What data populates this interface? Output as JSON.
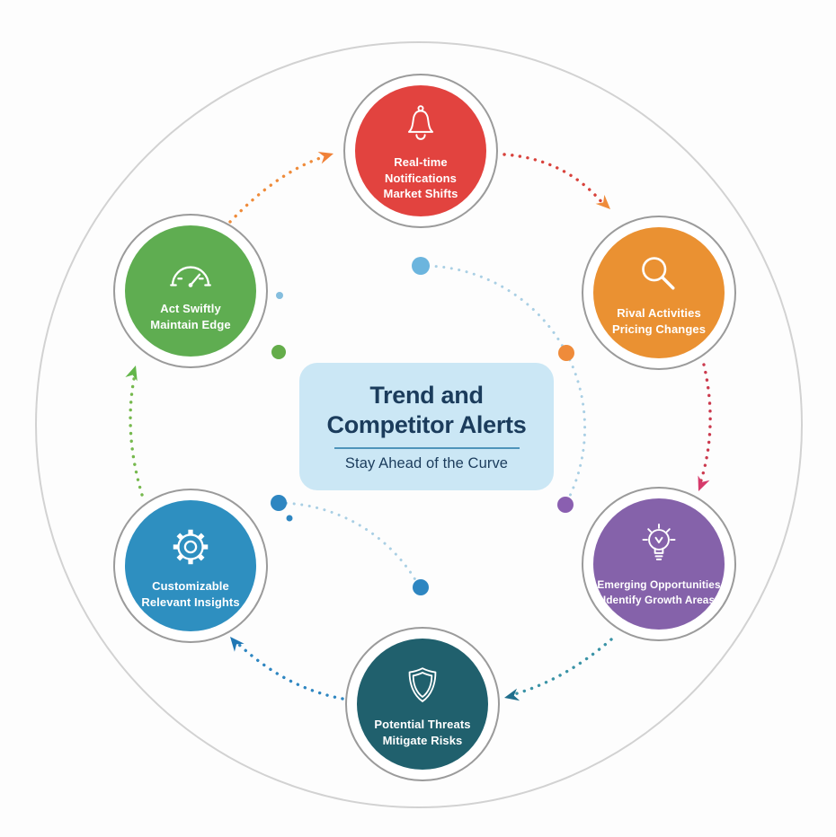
{
  "infographic": {
    "center": {
      "title_line1": "Trend and",
      "title_line2": "Competitor Alerts",
      "subtitle": "Stay Ahead of the Curve",
      "box_color": "#cbe7f5",
      "text_color": "#1b3c5c"
    }
  },
  "nodes": [
    {
      "name": "real-time-notifications",
      "icon": "bell-icon",
      "color": "#e2433f",
      "lines": [
        "Real-time",
        "Notifications",
        "Market Shifts"
      ]
    },
    {
      "name": "rival-activities",
      "icon": "search-icon",
      "color": "#ea9132",
      "lines": [
        "Rival Activities",
        "Pricing Changes"
      ]
    },
    {
      "name": "emerging-opportunities",
      "icon": "lightbulb-icon",
      "color": "#8562aa",
      "lines": [
        "Emerging Opportunities",
        "Identify Growth Areas"
      ]
    },
    {
      "name": "potential-threats",
      "icon": "shield-icon",
      "color": "#20606d",
      "lines": [
        "Potential Threats",
        "Mitigate Risks"
      ]
    },
    {
      "name": "customizable-insights",
      "icon": "gear-icon",
      "color": "#2e8fc0",
      "lines": [
        "Customizable",
        "Relevant Insights"
      ]
    },
    {
      "name": "act-swiftly",
      "icon": "gauge-icon",
      "color": "#5fad51",
      "lines": [
        "Act Swiftly",
        "Maintain Edge"
      ]
    }
  ],
  "flow_arrows": [
    {
      "from": "act-swiftly",
      "to": "real-time-notifications",
      "dots_color": "#ef8b3a",
      "arrow_color": "#f08138"
    },
    {
      "from": "real-time-notifications",
      "to": "rival-activities",
      "dots_color": "#d8423c",
      "arrow_color": "#ef8b3a"
    },
    {
      "from": "rival-activities",
      "to": "emerging-opportunities",
      "dots_color": "#cb3a4e",
      "arrow_color": "#d63a6b"
    },
    {
      "from": "emerging-opportunities",
      "to": "potential-threats",
      "dots_color": "#3a93a6",
      "arrow_color": "#1f6e8c"
    },
    {
      "from": "potential-threats",
      "to": "customizable-insights",
      "dots_color": "#2e86c1",
      "arrow_color": "#2077b4"
    },
    {
      "from": "customizable-insights",
      "to": "act-swiftly",
      "dots_color": "#76b94e",
      "arrow_color": "#63b64a"
    }
  ],
  "inner_ring": {
    "arc_color": "#a9cfe4",
    "dots": [
      {
        "pos": "top",
        "color": "#6cb5de"
      },
      {
        "pos": "upper-right",
        "color": "#ef8b3a"
      },
      {
        "pos": "lower-right",
        "color": "#8a5fb0"
      },
      {
        "pos": "bottom",
        "color": "#2e86c1"
      },
      {
        "pos": "lower-left",
        "color": "#2e86c1"
      },
      {
        "pos": "upper-left",
        "color": "#64ad4a"
      }
    ]
  },
  "outer_circle_color": "#d2d2d2",
  "node_ring_color": "#9b9b9b"
}
